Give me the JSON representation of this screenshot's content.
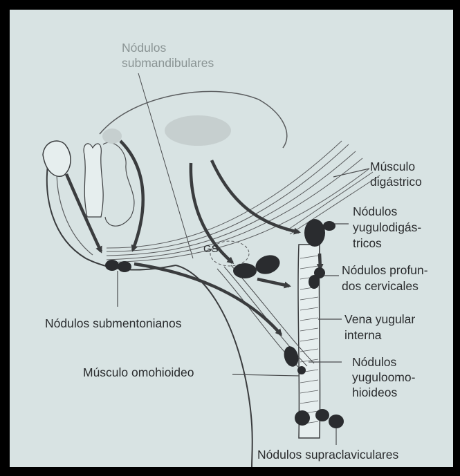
{
  "labels": {
    "submandibulares_1": "Nódulos",
    "submandibulares_2": "submandibulares",
    "digastrico_1": "Músculo",
    "digastrico_2": "digástrico",
    "yugulodigastricos_1": "Nódulos",
    "yugulodigastricos_2": "yugulodigás-",
    "yugulodigastricos_3": "tricos",
    "profundos_1": "Nódulos profun-",
    "profundos_2": "dos cervicales",
    "vena_1": "Vena yugular",
    "vena_2": "interna",
    "submentonianos": "Nódulos submentonianos",
    "omohioideo": "Músculo omohioideo",
    "yuguloomohioideos_1": "Nódulos",
    "yuguloomohioideos_2": "yuguloomo-",
    "yuguloomohioideos_3": "hioideos",
    "supraclaviculares": "Nódulos supraclaviculares",
    "gs": "GS"
  },
  "colors": {
    "background": "#d8e3e3",
    "node_fill": "#2a2c2f",
    "arrow": "#3a3c3e",
    "line": "#4a4c4e",
    "shade": "#c6cfcf"
  }
}
